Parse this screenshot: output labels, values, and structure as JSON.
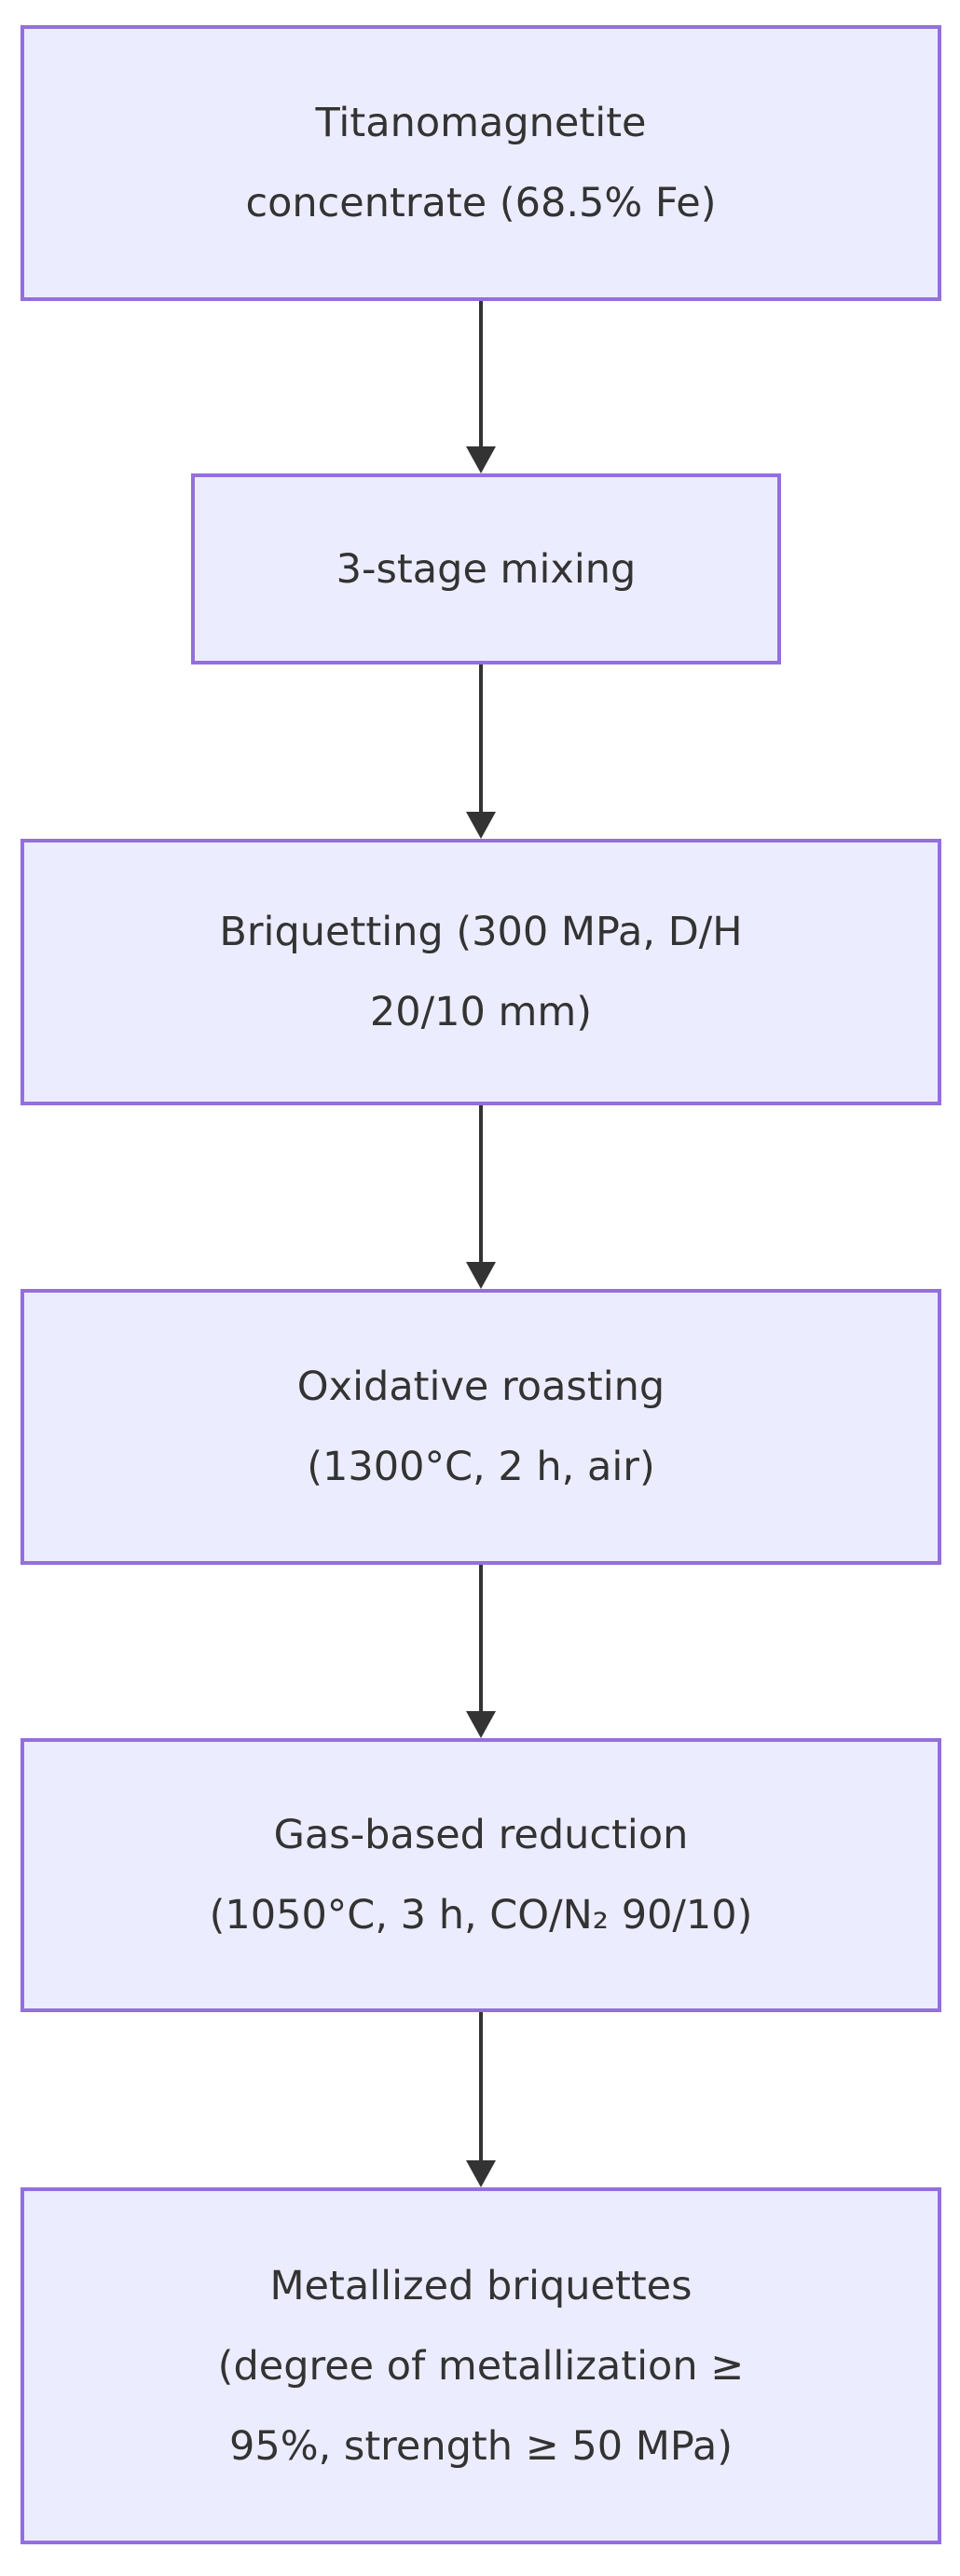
{
  "diagram": {
    "type": "flowchart",
    "direction": "top-down",
    "colors": {
      "node_fill": "#ECECFF",
      "node_border": "#9370DB",
      "text_color": "#333333",
      "arrow_color": "#333333",
      "background": "#FFFFFF"
    },
    "nodes": [
      {
        "text": "Titanomagnetite concentrate (68.5% Fe)",
        "lines": [
          "Titanomagnetite",
          "concentrate (68.5% Fe)"
        ]
      },
      {
        "text": "3-stage mixing",
        "lines": [
          "3-stage mixing"
        ]
      },
      {
        "text": "Briquetting (300 MPa, D/H 20/10 mm)",
        "lines": [
          "Briquetting (300 MPa, D/H",
          "20/10 mm)"
        ]
      },
      {
        "text": "Oxidative roasting (1300°C, 2 h, air)",
        "lines": [
          "Oxidative roasting",
          "(1300°C, 2 h, air)"
        ]
      },
      {
        "text": "Gas-based reduction (1050°C, 3 h, CO/N₂ 90/10)",
        "lines": [
          "Gas-based reduction",
          "(1050°C, 3 h, CO/N₂ 90/10)"
        ]
      },
      {
        "text": "Metallized briquettes (degree of metallization ≥ 95%, strength ≥ 50 MPa)",
        "lines": [
          "Metallized briquettes",
          "(degree of metallization ≥",
          "95%, strength ≥ 50 MPa)"
        ]
      }
    ],
    "edges": [
      {
        "from": 0,
        "to": 1
      },
      {
        "from": 1,
        "to": 2
      },
      {
        "from": 2,
        "to": 3
      },
      {
        "from": 3,
        "to": 4
      },
      {
        "from": 4,
        "to": 5
      }
    ]
  }
}
